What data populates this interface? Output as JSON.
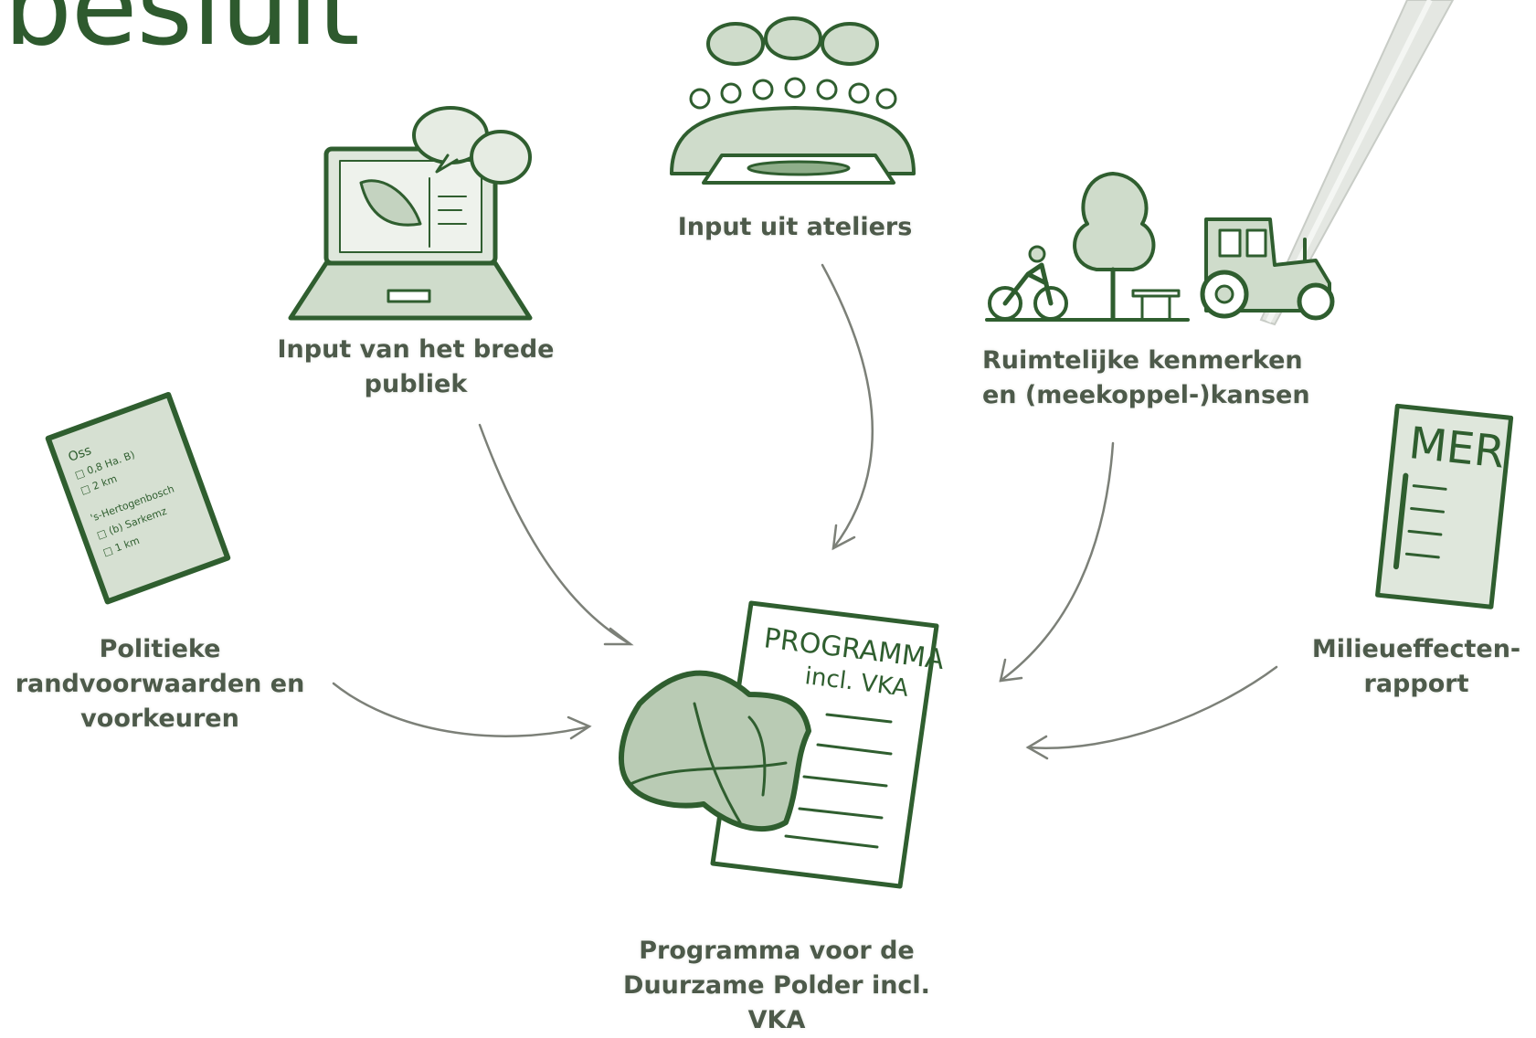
{
  "title": "besluit",
  "center": {
    "doc_heading": "PROGRAMMA",
    "doc_sub": "incl. VKA",
    "label": [
      "Programma voor de",
      "Duurzame Polder incl.",
      "VKA"
    ]
  },
  "inputs": {
    "publiek": [
      "Input van het brede",
      "publiek"
    ],
    "ateliers": [
      "Input uit ateliers"
    ],
    "ruimte": [
      "Ruimtelijke kenmerken",
      "en (meekoppel-)kansen"
    ],
    "politiek": [
      "Politieke",
      "randvoorwaarden en",
      "voorkeuren"
    ],
    "mer": [
      "Milieueffecten-",
      "rapport"
    ]
  },
  "mer_doc_heading": "MER",
  "note_lines": [
    "Oss",
    "□ 0,8 Ha. B)",
    "□ 2 km",
    "'s-Hertogenbosch",
    "□ (b) Sarkemz",
    "□ 1 km"
  ],
  "colors": {
    "ink": "#2f5e2f",
    "fill": "#cfdccb",
    "label": "#4d5a4a",
    "arrow": "#7c8078"
  }
}
